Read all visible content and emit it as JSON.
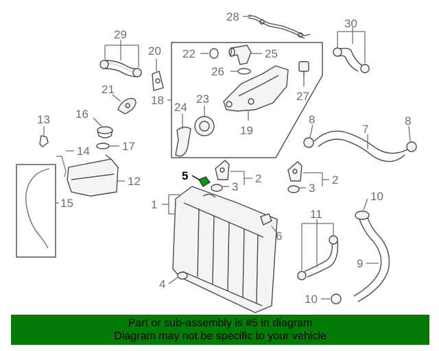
{
  "colors": {
    "banner": "#067a06",
    "label": "#6e6e6e",
    "highlight_part": "#1a8f1a"
  },
  "highlighted_callout": "5",
  "callouts": {
    "c1": "1",
    "c2a": "2",
    "c2b": "2",
    "c3a": "3",
    "c3b": "3",
    "c4": "4",
    "c5": "5",
    "c6": "6",
    "c7": "7",
    "c8a": "8",
    "c8b": "8",
    "c9": "9",
    "c10a": "10",
    "c10b": "10",
    "c11": "11",
    "c12": "12",
    "c13": "13",
    "c14": "14",
    "c15": "15",
    "c16": "16",
    "c17": "17",
    "c18": "18",
    "c19": "19",
    "c20": "20",
    "c21": "21",
    "c22": "22",
    "c23": "23",
    "c24": "24",
    "c25": "25",
    "c26": "26",
    "c27": "27",
    "c28": "28",
    "c29": "29",
    "c30": "30"
  },
  "banner": {
    "line1": "Part or sub-assembly is #5 in diagram",
    "line2": "Diagram may not be specific to your vehicle"
  }
}
